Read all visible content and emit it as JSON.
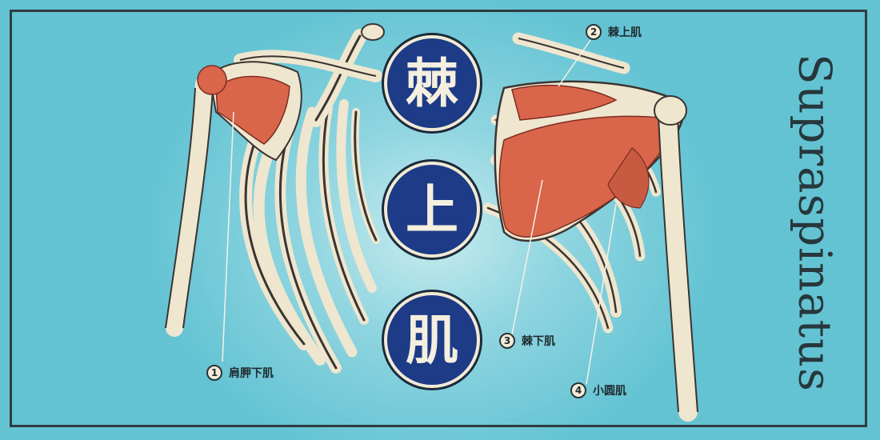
{
  "title": {
    "chars": [
      "棘",
      "上",
      "肌"
    ],
    "latin": "Supraspinatus"
  },
  "labels": [
    {
      "num": "1",
      "text": "肩胛下肌"
    },
    {
      "num": "2",
      "text": "棘上肌"
    },
    {
      "num": "3",
      "text": "棘下肌"
    },
    {
      "num": "4",
      "text": "小圆肌"
    }
  ],
  "colors": {
    "background": "#63c3d3",
    "badge": "#1d3b86",
    "bone": "#efe6cf",
    "muscle": "#d9654a",
    "outline": "#2f3b3f"
  }
}
